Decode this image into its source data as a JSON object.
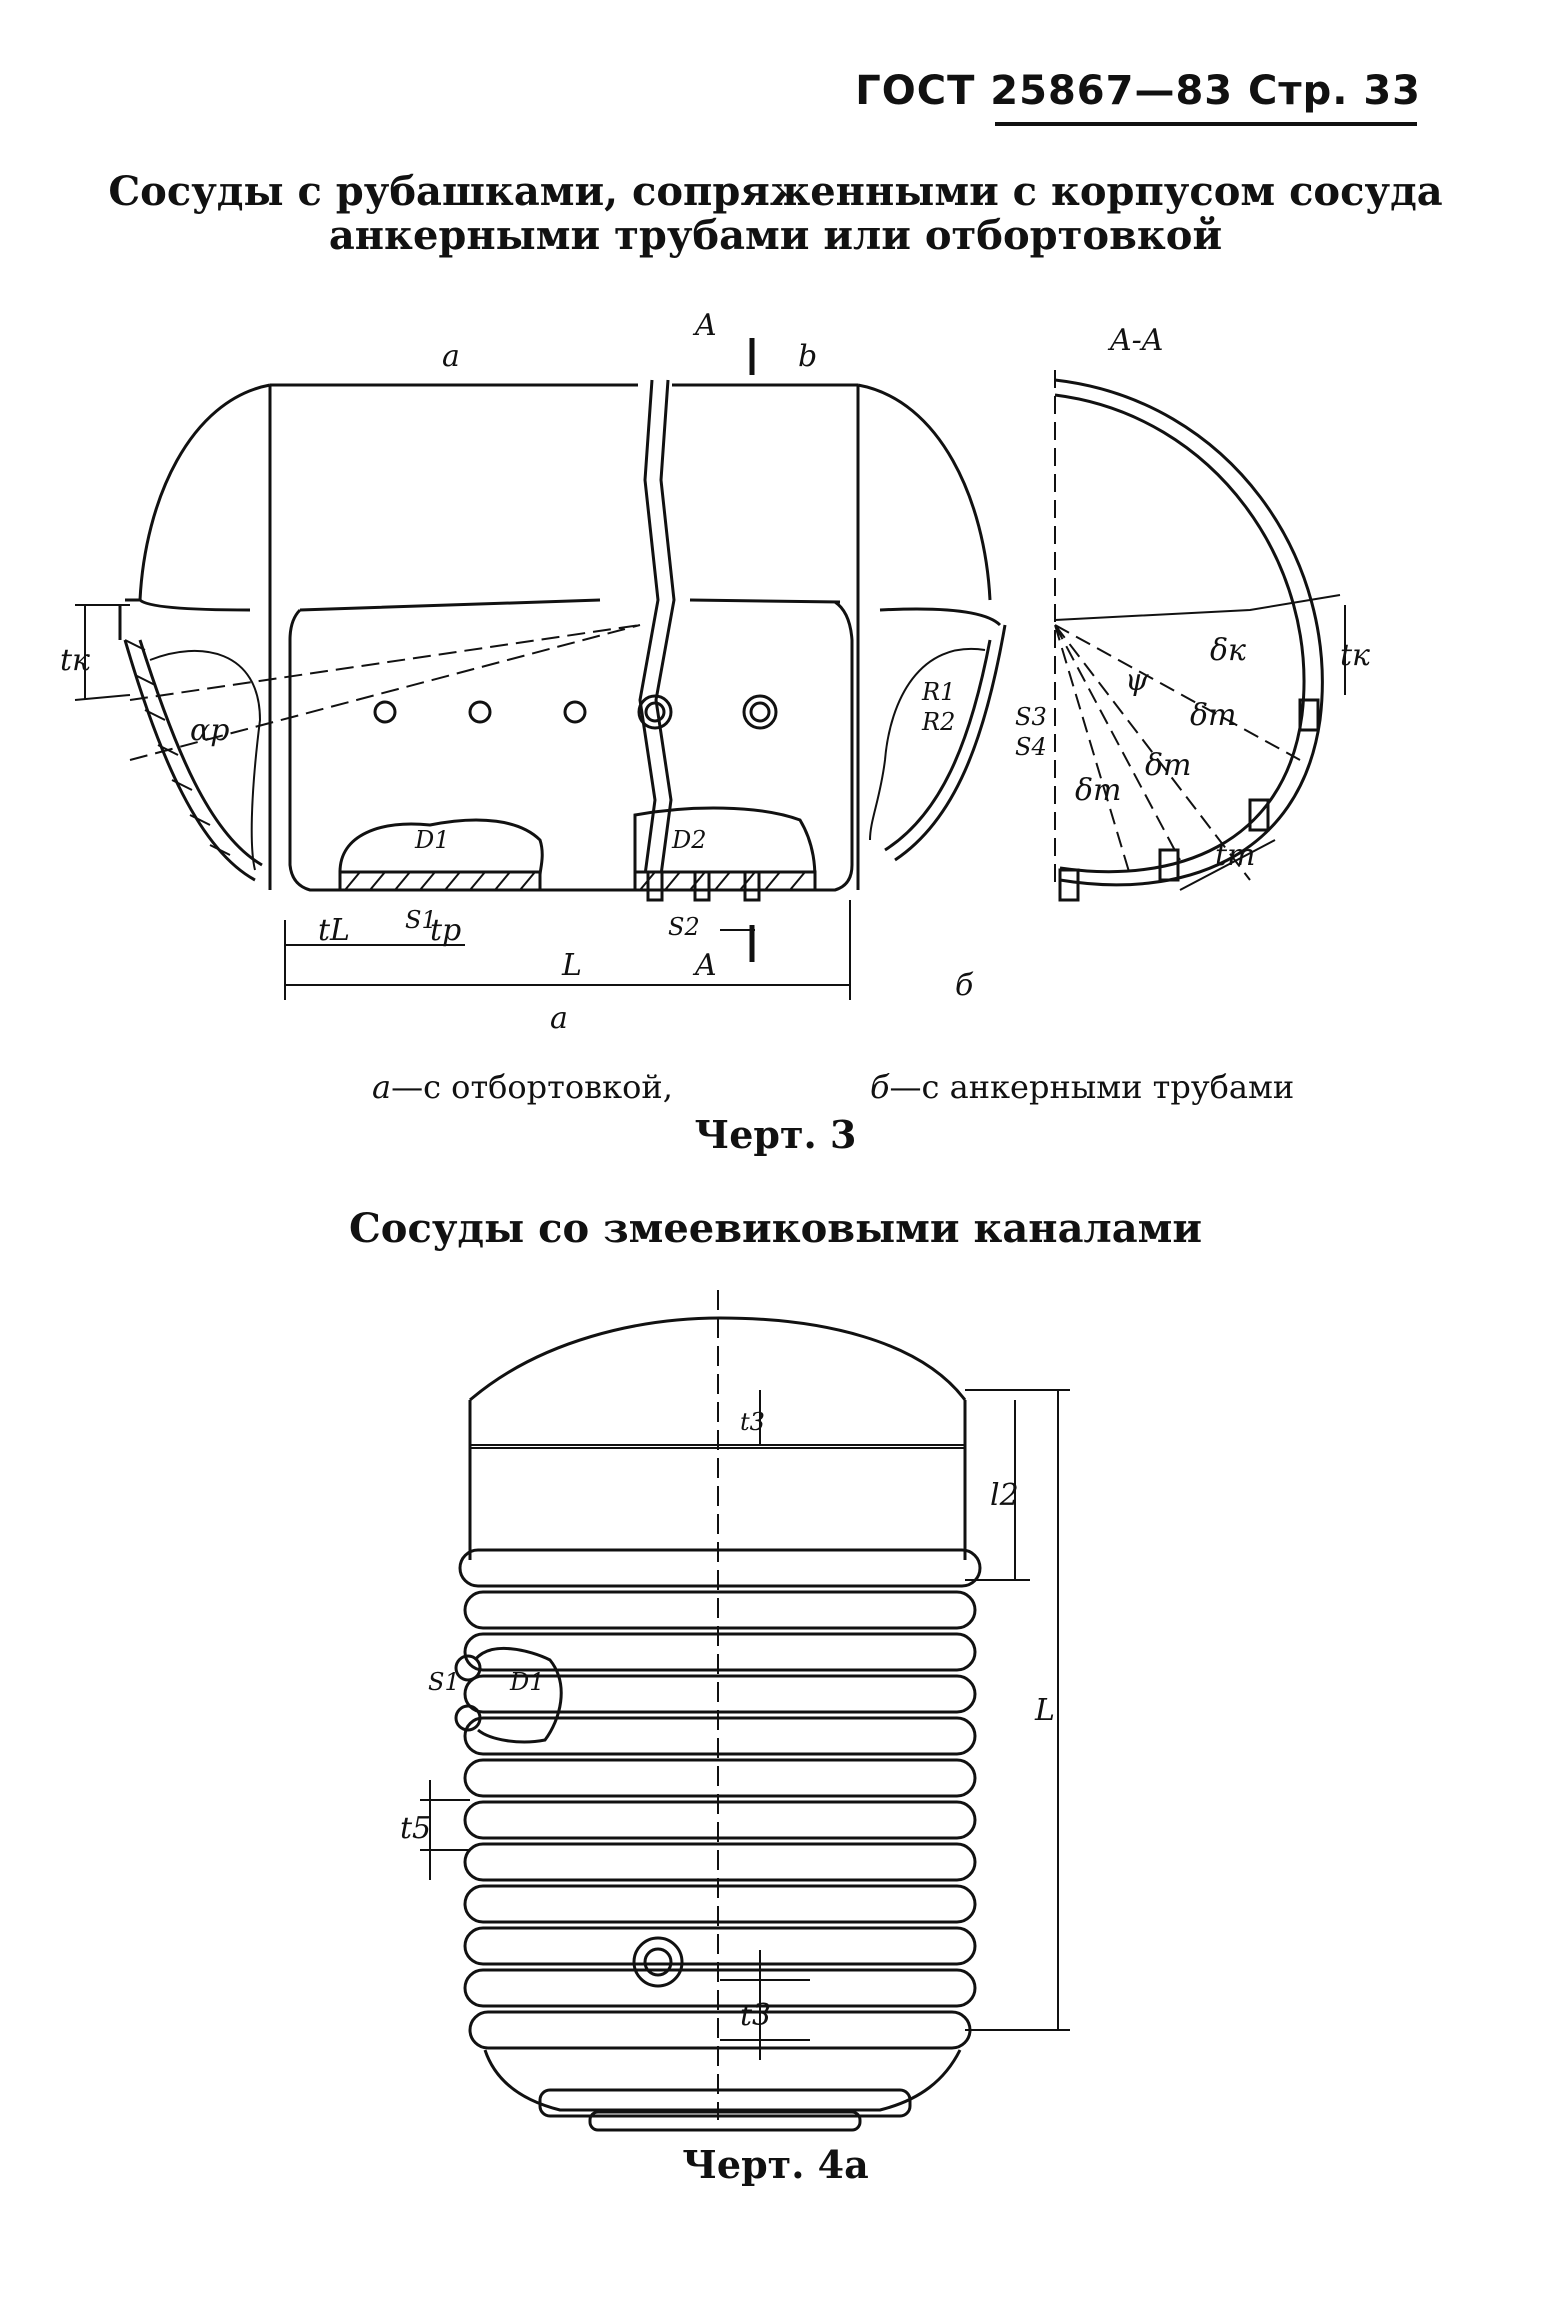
{
  "header": {
    "text": "ГОСТ 25867—83 Стр. 33"
  },
  "section1": {
    "title_line1": "Сосуды с рубашками, сопряженными с корпусом сосуда",
    "title_line2": "анкерными трубами или отбортовкой",
    "caption_a_prefix": "а",
    "caption_a_text": "—с отбортовкой,",
    "caption_b_prefix": "б",
    "caption_b_text": "—с анкерными трубами",
    "figure_label": "Черт. 3",
    "drawing_labels": {
      "view_a": "а",
      "view_b": "b",
      "section_mark": "A",
      "section_title": "A-A",
      "t_k": "tк",
      "alpha": "ɑр",
      "t_L": "tL",
      "t_p": "tр",
      "S1": "S1",
      "D1": "D1",
      "D2": "D2",
      "S2": "S2",
      "L": "L",
      "R1": "R1",
      "R2": "R2",
      "S3": "S3",
      "S4": "S4",
      "delta_k": "δк",
      "delta_t": "δт",
      "psi": "ψ",
      "t_t": "tт",
      "sub_a": "а",
      "sub_b": "б"
    }
  },
  "section2": {
    "title": "Сосуды со змеевиковыми каналами",
    "figure_label": "Черт. 4а",
    "drawing_labels": {
      "t3_top": "t3",
      "t2": "l2",
      "L": "L",
      "S1": "S1",
      "D1": "D1",
      "t5": "t5",
      "t3_bottom": "t3"
    }
  }
}
